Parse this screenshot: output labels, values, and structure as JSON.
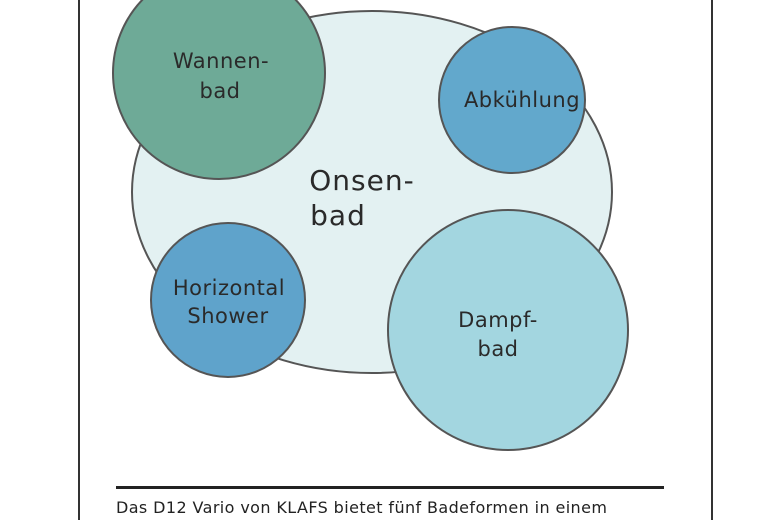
{
  "diagram": {
    "center": {
      "line1": "Onsen-",
      "line2": "bad",
      "fill": "#e3f1f2"
    },
    "bubbles": [
      {
        "id": "wannenbad",
        "line1": "Wannen-",
        "line2": "bad",
        "fill": "#6eaa97"
      },
      {
        "id": "abkuehlung",
        "line1": "Abkühlung",
        "line2": "",
        "fill": "#62a8cc"
      },
      {
        "id": "horizontal-shower",
        "line1": "Horizontal",
        "line2": "Shower",
        "fill": "#5fa3cb"
      },
      {
        "id": "dampfbad",
        "line1": "Dampf-",
        "line2": "bad",
        "fill": "#a3d6e0"
      }
    ]
  },
  "caption": "Das D12 Vario von KLAFS bietet fünf Badeformen in einem"
}
